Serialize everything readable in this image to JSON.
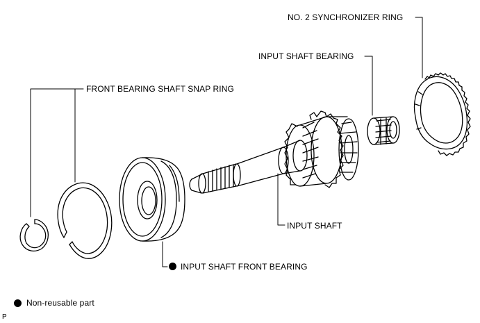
{
  "labels": {
    "synchronizer_ring": "NO. 2 SYNCHRONIZER RING",
    "input_shaft_bearing": "INPUT SHAFT BEARING",
    "front_bearing_snap_ring": "FRONT BEARING SHAFT SNAP RING",
    "input_shaft": "INPUT SHAFT",
    "input_shaft_front_bearing": "INPUT SHAFT FRONT BEARING"
  },
  "legend": {
    "non_reusable_text": "Non-reusable part",
    "symbol": "black-dot-icon"
  },
  "corner_code": "P",
  "colors": {
    "line": "#000000",
    "background": "#ffffff"
  }
}
